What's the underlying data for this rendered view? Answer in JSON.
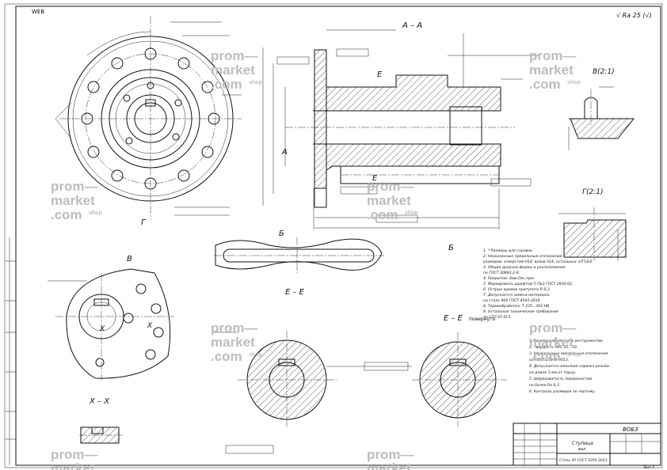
{
  "sheet": {
    "corner_code": "WEB",
    "roughness": "√ Ra 25 (√)",
    "sheet_no": "Лист 4"
  },
  "views": {
    "section_aa": "А – А",
    "section_ee": "Е – Е",
    "section_ee_rotated": "Е – Е",
    "rotated_note": "повернуто",
    "section_xx": "Х – Х",
    "detail_b": "В(2:1)",
    "detail_g": "Г(2:1)",
    "view_b": "Б",
    "view_v": "В",
    "mark_a": "А",
    "mark_g": "Г",
    "mark_x1": "Х",
    "mark_x2": "Х",
    "mark_b": "Б",
    "mark_ie": "Е",
    "mark_ie2": "Е"
  },
  "watermark": {
    "line1": "prom—",
    "line2": "market",
    "line3": ".com",
    "shop": "shop"
  },
  "title_block": {
    "designation": "ВОБЗ",
    "part_name": "Ступица",
    "sub_name": "вал",
    "material": "Сталь 45 ГОСТ 1050-2013"
  },
  "notes": {
    "block1": [
      "1. * Размеры для справок.",
      "2. Неуказанные предельные отклонения",
      "размеров: отверстий H14, валов h14, остальных ±IT14/2.",
      "3. Общие допуски формы и расположения",
      "по ГОСТ 30893.2-К.",
      "4. Покрытие: Хим.Окс.прм.",
      "5. Маркировать шрифтом 5-Пр3 ГОСТ 2930-62.",
      "6. Острые кромки притупить R 0,3.",
      "7. Допускается замена материала",
      "на сталь 40Х ГОСТ 4543-2016.",
      "8. Термообработка: Т 235...262 НВ.",
      "9. Остальные технические требования",
      "по СТП 07.015."
    ],
    "block2": [
      "1. Размеры обеспечить инструментом.",
      "2. Твердость HRC 45...50.",
      "3. Неуказанные предельные отклонения",
      "по ГОСТ 25346-2013.",
      "4. Допускается неполная нарезка резьбы",
      "на длине 3 мм от торца.",
      "5. Шероховатость поверхностей",
      "не более Ra 6,3.",
      "6. Контроль размеров по чертежу."
    ]
  }
}
